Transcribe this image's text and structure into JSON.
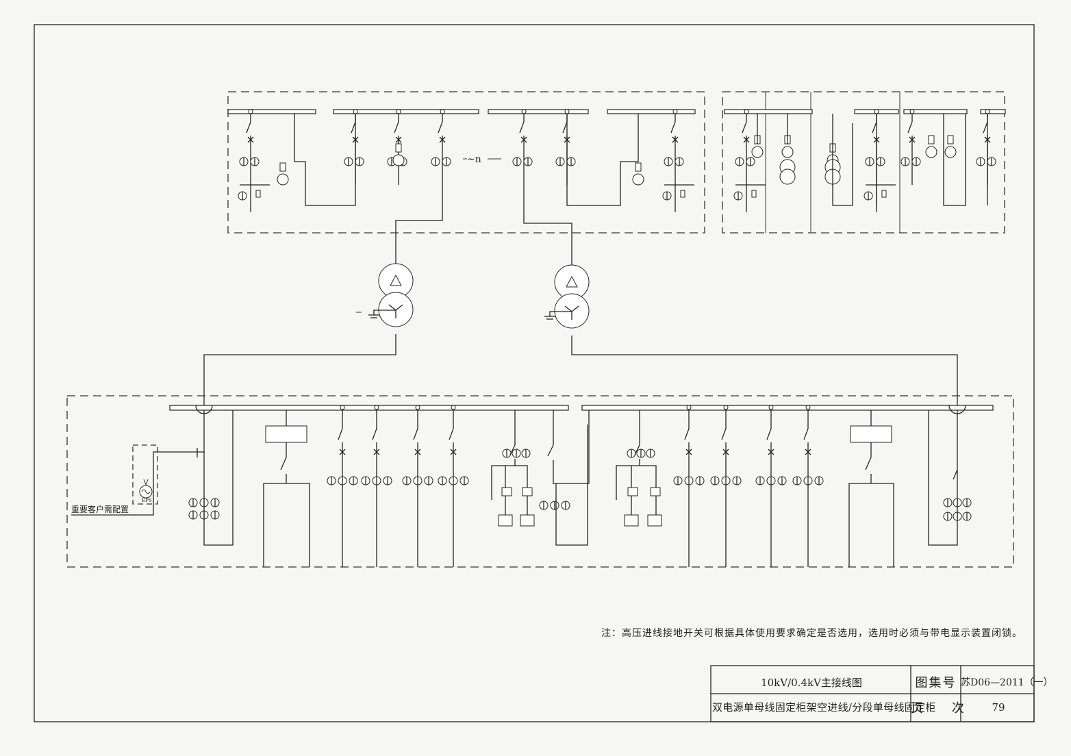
{
  "labels": {
    "tr_count": "~n",
    "important_customer": "重要客户需配置",
    "eps": "EPS"
  },
  "note": "注：高压进线接地开关可根据具体使用要求确定是否选用，选用时必须与带电显示装置闭锁。",
  "title_block": {
    "title_line1": "10kV/0.4kV主接线图",
    "title_line2": "双电源单母线固定柜架空进线/分段单母线固定柜",
    "label_atlas": "图集号",
    "label_page": "页 次",
    "atlas_no": "苏D06—2011（一）",
    "page_no": "79"
  }
}
